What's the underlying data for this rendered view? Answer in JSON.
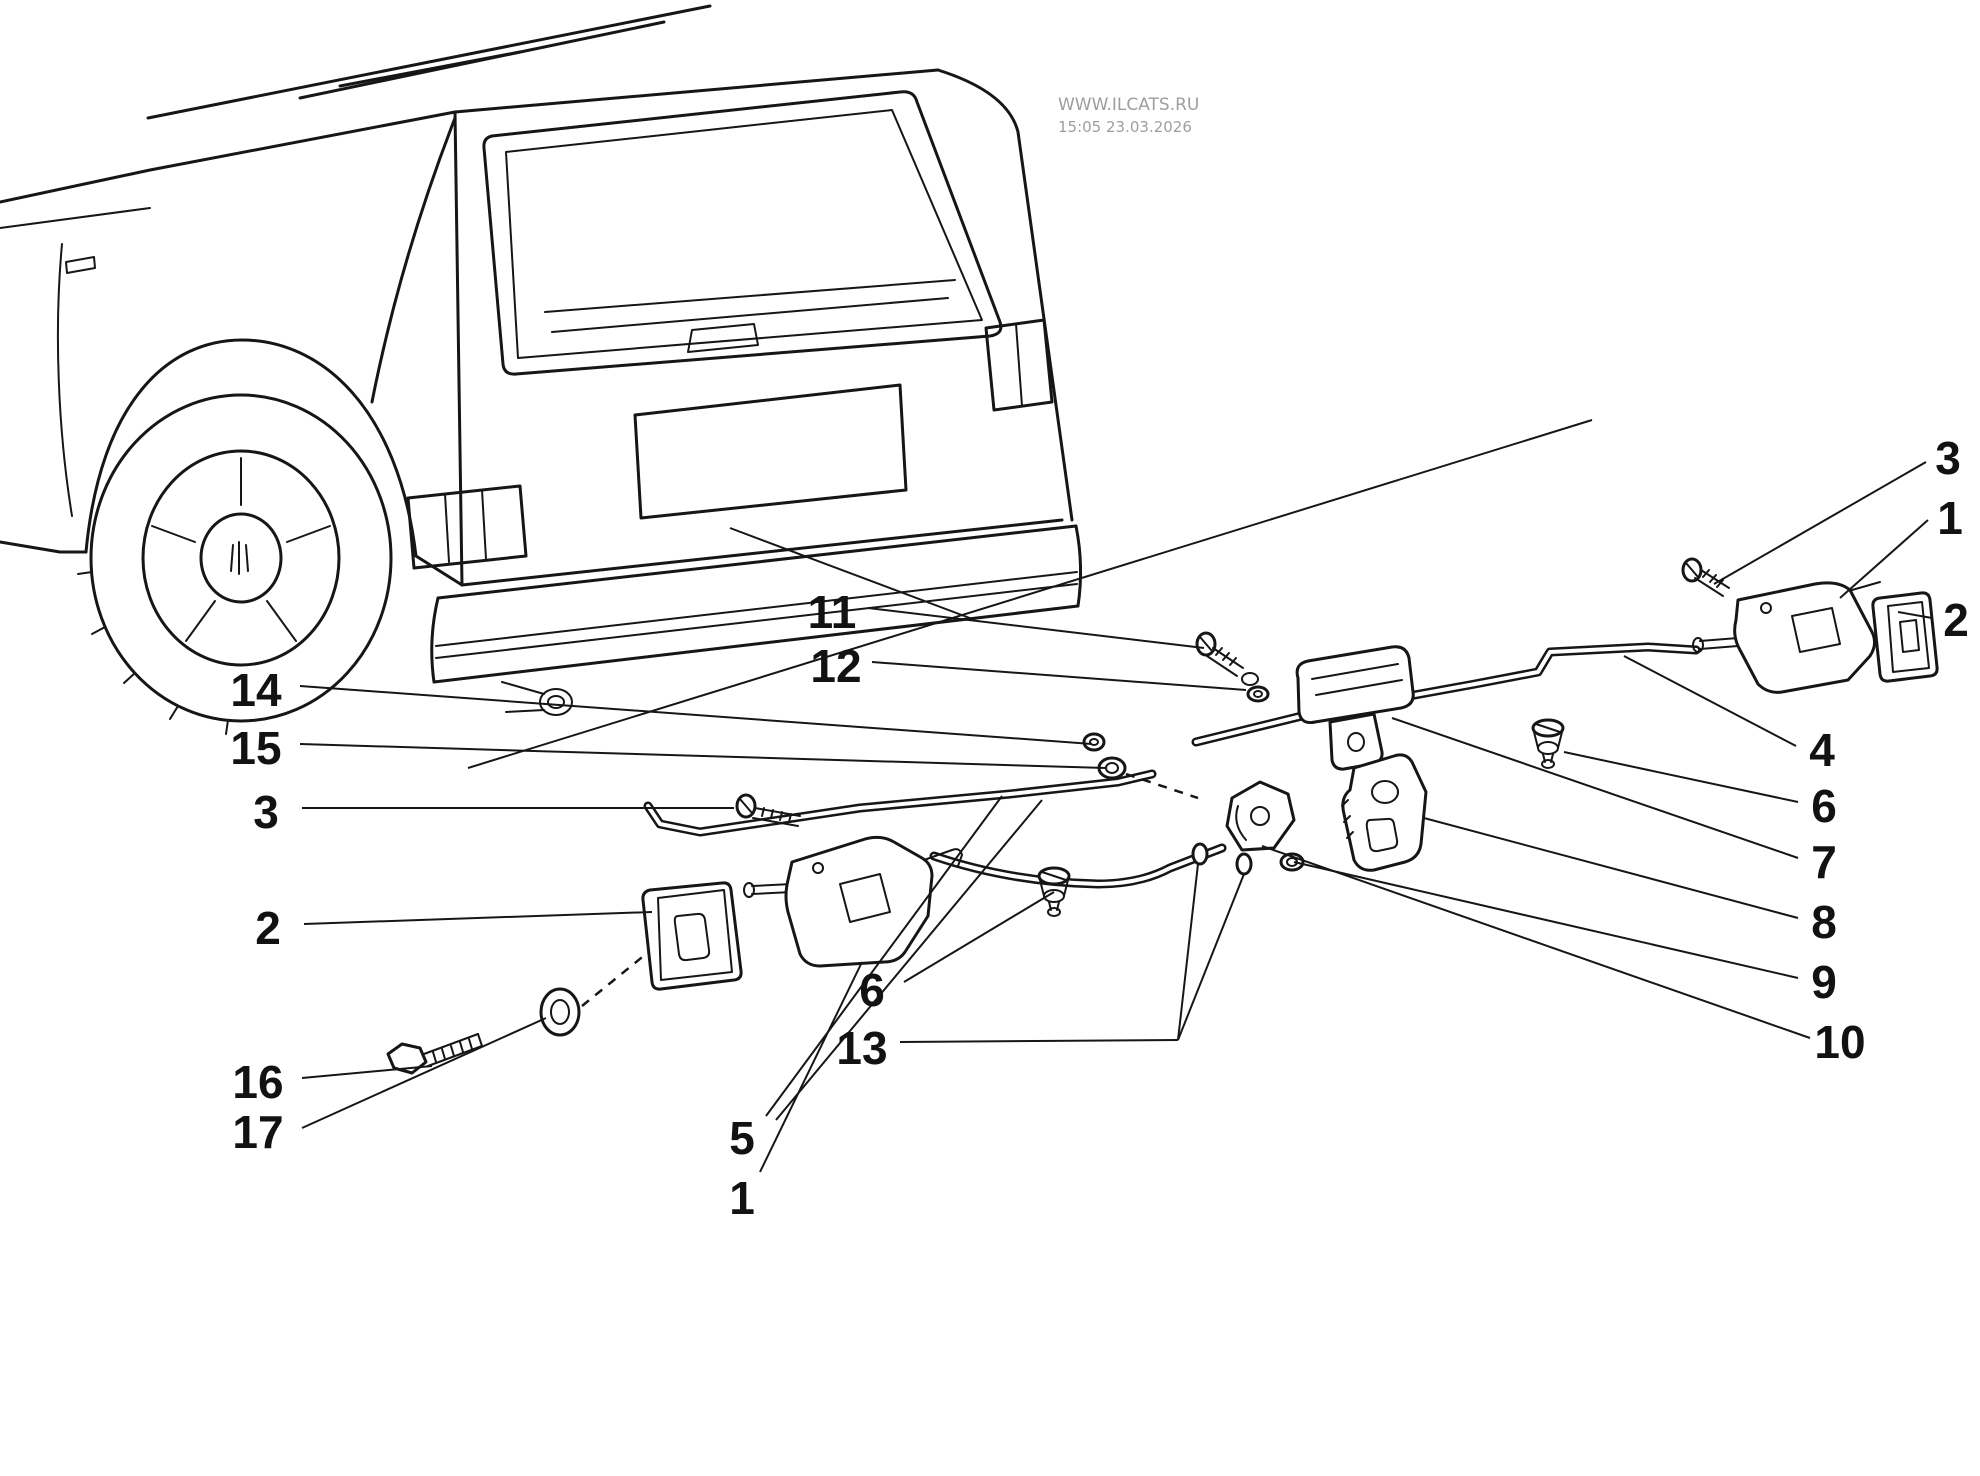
{
  "watermark": {
    "site": "WWW.ILCATS.RU",
    "timestamp": "15:05 23.03.2026"
  },
  "callouts": [
    {
      "label": "3"
    },
    {
      "label": "1"
    },
    {
      "label": "2"
    },
    {
      "label": "4"
    },
    {
      "label": "6"
    },
    {
      "label": "7"
    },
    {
      "label": "8"
    },
    {
      "label": "9"
    },
    {
      "label": "10"
    },
    {
      "label": "11"
    },
    {
      "label": "12"
    },
    {
      "label": "14"
    },
    {
      "label": "15"
    },
    {
      "label": "3"
    },
    {
      "label": "2"
    },
    {
      "label": "16"
    },
    {
      "label": "17"
    },
    {
      "label": "6"
    },
    {
      "label": "13"
    },
    {
      "label": "5"
    },
    {
      "label": "1"
    }
  ],
  "colors": {
    "line": "#161616",
    "watermark": "#9e9e9e",
    "background": "#ffffff"
  }
}
